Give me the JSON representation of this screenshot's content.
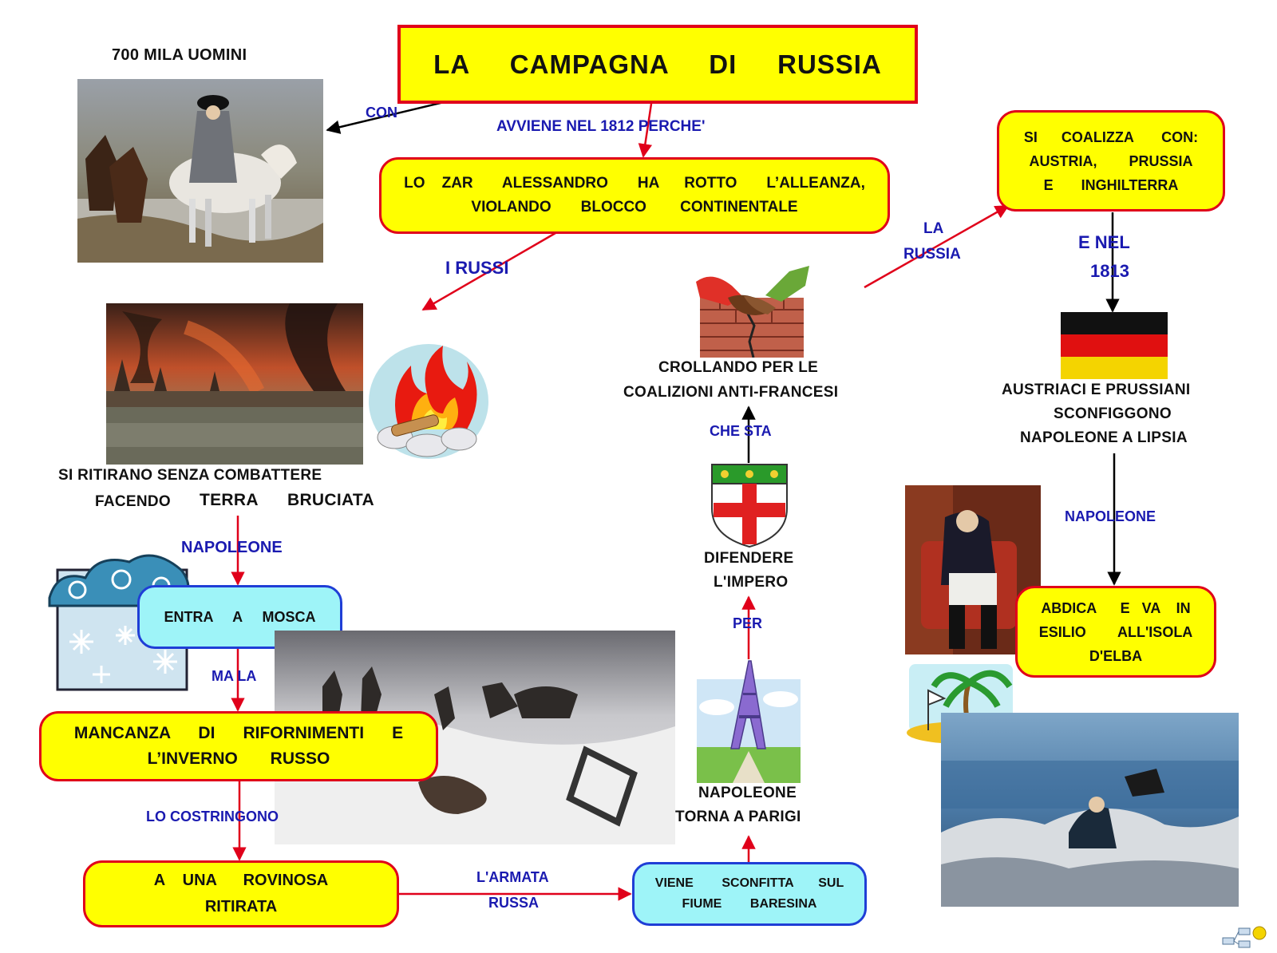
{
  "title": "LA     CAMPAGNA     DI     RUSSIA",
  "labels": {
    "mila_uomini": "700   MILA    UOMINI",
    "con": "CON",
    "avviene": "AVVIENE     NEL    1812      PERCHE'",
    "i_russi": "I    RUSSI",
    "la_russia_1": "LA",
    "la_russia_2": "RUSSIA",
    "e_nel": "E   NEL",
    "year_1813": "1813",
    "napoleone_1": "NAPOLEONE",
    "ma_la": "MA    LA",
    "lo_costringono": "LO      COSTRINGONO",
    "armata_1": "L'ARMATA",
    "armata_2": "RUSSA",
    "per": "PER",
    "che_sta": "CHE    STA",
    "napoleone_2": "NAPOLEONE"
  },
  "boxes": {
    "zar": [
      "LO    ZAR       ALESSANDRO       HA      ROTTO       L’ALLEANZA,",
      "VIOLANDO       BLOCCO        CONTINENTALE"
    ],
    "coalizza": [
      "SI      COALIZZA       CON:",
      "AUSTRIA,        PRUSSIA",
      "E       INGHILTERRA"
    ],
    "mosca": [
      "ENTRA     A     MOSCA"
    ],
    "mancanza": [
      "MANCANZA      DI      RIFORNIMENTI      E",
      "L’INVERNO       RUSSO"
    ],
    "ritirata": [
      "A    UNA      ROVINOSA",
      "RITIRATA"
    ],
    "sconfitta": [
      "VIENE        SCONFITTA       SUL",
      "FIUME        BARESINA"
    ],
    "abdica": [
      "ABDICA      E   VA    IN",
      "ESILIO        ALL'ISOLA",
      "D'ELBA"
    ]
  },
  "texts": {
    "ritirano": "SI       RITIRANO        SENZA         COMBATTERE",
    "facendo": "FACENDO",
    "terra": "TERRA",
    "bruciata": "BRUCIATA",
    "crollando_1": "CROLLANDO         PER     LE",
    "crollando_2": "COALIZIONI           ANTI-FRANCESI",
    "difendere_1": "DIFENDERE",
    "difendere_2": "L'IMPERO",
    "torna_1": "NAPOLEONE",
    "torna_2": "TORNA     A     PARIGI",
    "austriaci_1": "AUSTRIACI       E       PRUSSIANI",
    "austriaci_2": "SCONFIGGONO",
    "austriaci_3": "NAPOLEONE      A     LIPSIA"
  },
  "colors": {
    "yellow_box": "#ffff00",
    "red_border": "#e0001a",
    "cyan_box": "#9ef4f8",
    "blue_border": "#1f3ed6",
    "label_blue": "#1a1ab0",
    "arrow_red": "#e0001a"
  },
  "icons": [
    "napoleon-horse-painting",
    "moscow-fire-painting",
    "campfire-icon",
    "winter-weather-icon",
    "army-retreat-painting",
    "handshake-wall-icon",
    "coat-of-arms-icon",
    "eiffel-tower-icon",
    "german-flag-icon",
    "napoleon-seated-painting",
    "palm-island-icon",
    "napoleon-rock-painting"
  ]
}
